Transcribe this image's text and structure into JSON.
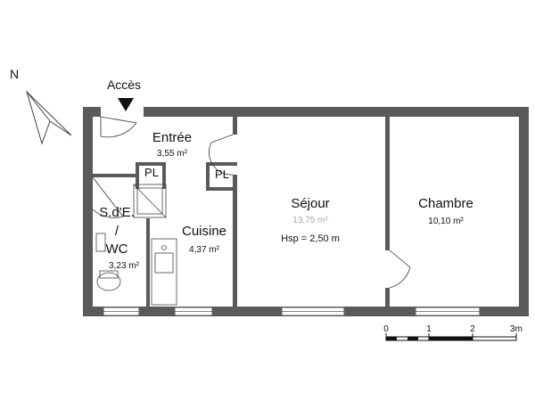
{
  "compass": {
    "letter": "N"
  },
  "access": {
    "label": "Accès"
  },
  "rooms": {
    "entree": {
      "name": "Entrée",
      "area": "3,55 m²"
    },
    "sde": {
      "name_line1": "S.d'E.",
      "name_line2": "/",
      "name_line3": "WC",
      "area": "3,23 m²"
    },
    "cuisine": {
      "name": "Cuisine",
      "area": "4,37 m²"
    },
    "sejour": {
      "name": "Séjour",
      "area": "13,75 m²",
      "height": "Hsp = 2,50 m"
    },
    "chambre": {
      "name": "Chambre",
      "area": "10,10 m²"
    }
  },
  "pl_labels": [
    "PL",
    "PL"
  ],
  "scale": {
    "ticks": [
      "0",
      "1",
      "2",
      "3m"
    ]
  },
  "colors": {
    "wall": "#5a5a5a",
    "line": "#333333"
  }
}
